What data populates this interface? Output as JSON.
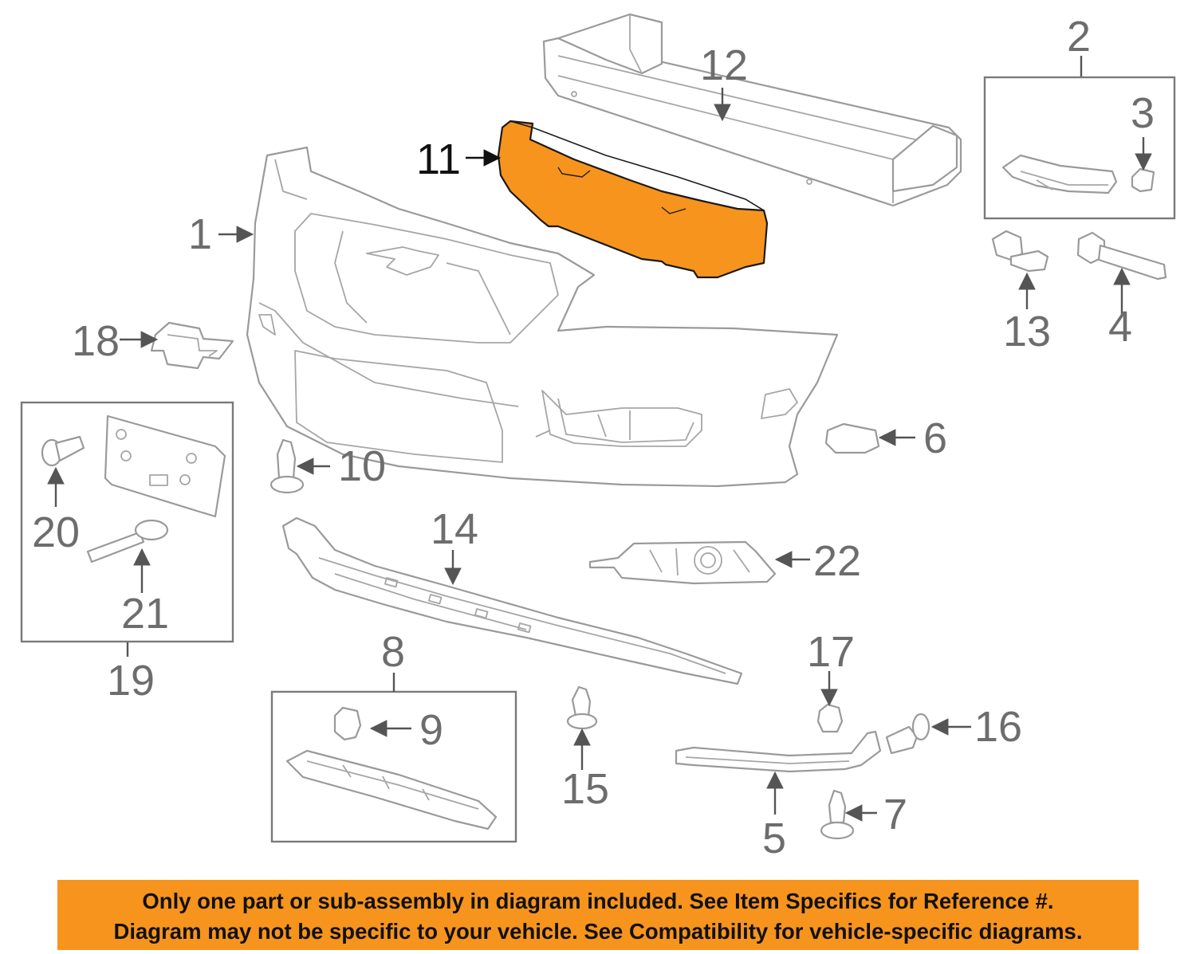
{
  "diagram": {
    "highlighted_part": "11",
    "highlight_color": "#f7941d",
    "line_color": "#9a9a9a",
    "labels": {
      "p1": "1",
      "p2": "2",
      "p3": "3",
      "p4": "4",
      "p5": "5",
      "p6": "6",
      "p7": "7",
      "p8": "8",
      "p9": "9",
      "p10": "10",
      "p11": "11",
      "p12": "12",
      "p13": "13",
      "p14": "14",
      "p15": "15",
      "p16": "16",
      "p17": "17",
      "p18": "18",
      "p19": "19",
      "p20": "20",
      "p21": "21",
      "p22": "22"
    }
  },
  "banner": {
    "background": "#f7941d",
    "line1": "Only one part or sub-assembly in diagram included. See Item Specifics for Reference #.",
    "line2": "Diagram may not be specific to your vehicle. See Compatibility for vehicle-specific diagrams."
  }
}
